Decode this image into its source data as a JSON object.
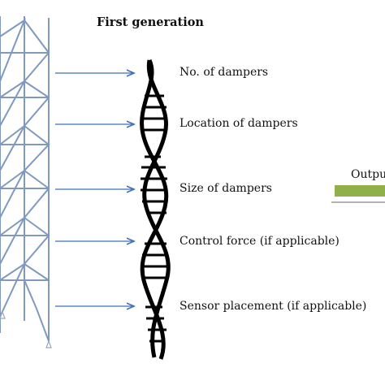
{
  "title": "First generation",
  "labels": [
    "No. of dampers",
    "Location of dampers",
    "Size of dampers",
    "Control force (if applicable)",
    "Sensor placement (if applicable)"
  ],
  "output_text": "Output",
  "colors": {
    "frame": "#7f99bf",
    "arrow": "#3f6fb8",
    "output_bar": "#8fb04a",
    "helix": "#000000"
  }
}
